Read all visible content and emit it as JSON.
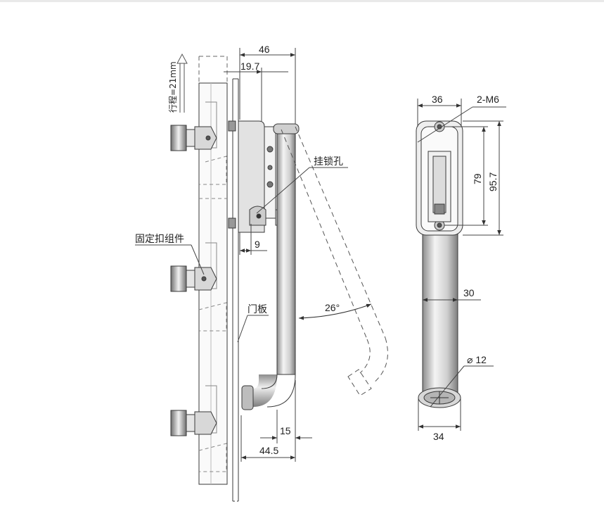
{
  "dimensions": {
    "width_46": "46",
    "width_19_7": "19.7",
    "dim_9": "9",
    "dim_15": "15",
    "dim_44_5": "44.5",
    "angle_26": "26°",
    "width_36": "36",
    "thread_2m6": "2-M6",
    "height_79": "79",
    "height_95_7": "95.7",
    "width_30": "30",
    "diameter_12": "⌀ 12",
    "width_34": "34"
  },
  "labels": {
    "travel": "行程=21mm",
    "padlock_hole": "挂锁孔",
    "fixed_buckle_assembly": "固定扣组件",
    "door_panel": "门板"
  },
  "colors": {
    "line": "#3a3a3a",
    "fill_light": "#f2f2f2",
    "fill_mid": "#d9d9d9",
    "fill_dark": "#9a9a9a"
  }
}
